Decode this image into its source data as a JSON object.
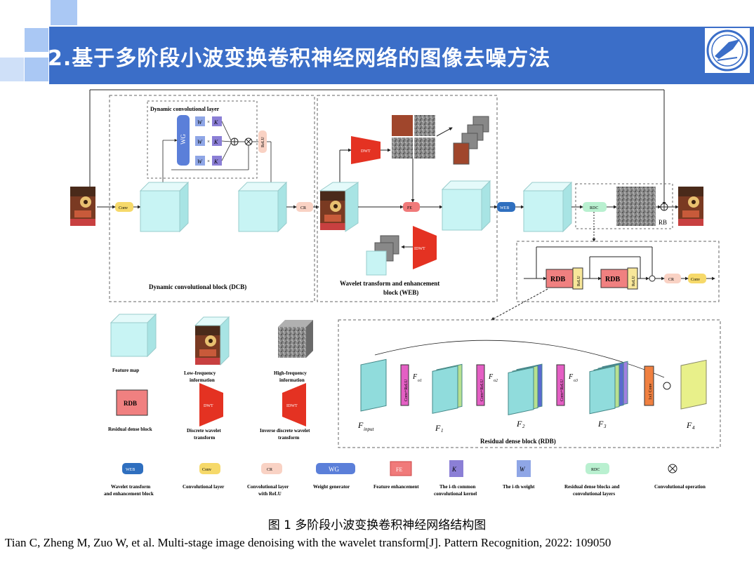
{
  "slide": {
    "title": "2.基于多阶段小波变换卷积神经网络的图像去噪方法",
    "caption": "图 1 多阶段小波变换卷积神经网络结构图",
    "citation": "Tian C, Zheng M, Zuo W, et al. Multi-stage image denoising with the wavelet transform[J]. Pattern Recognition, 2022: 109050"
  },
  "diagram": {
    "dcl_title": "Dynamic convolutional layer",
    "wg": "WG",
    "w1": "W",
    "w1_sub": "1",
    "k1": "K",
    "k1_sub": "1",
    "wi": "W",
    "wi_sub": "i",
    "ki": "K",
    "ki_sub": "i",
    "wn": "W",
    "wn_sub": "n",
    "kn": "K",
    "kn_sub": "n",
    "times": "×",
    "relu": "ReLU",
    "conv": "Conv",
    "cr": "CR",
    "dwt": "DWT",
    "idwt": "IDWT",
    "fe": "FE",
    "web": "WEB",
    "rdc": "RDC",
    "rb": "RB",
    "rdb": "RDB",
    "dcb_label": "Dynamic convolutional block (DCB)",
    "web_label_1": "Wavelet transform and enhancement",
    "web_label_2": "block (WEB)",
    "rdb_label": "Residual dense block (RDB)",
    "conv_relu": "Conv+ReLU",
    "conv_1x1": "1x1 Conv",
    "fo": "F",
    "fo1_sub": "o1",
    "fo2_sub": "o2",
    "fo3_sub": "o3",
    "f_input": "F",
    "f_input_sub": "input",
    "f1": "F",
    "f1_sub": "1",
    "f2": "F",
    "f2_sub": "2",
    "f3": "F",
    "f3_sub": "3",
    "f4": "F",
    "f4_sub": "4",
    "leg_feature_map": "Feature map",
    "leg_low_1": "Low-frequency",
    "leg_low_2": "information",
    "leg_high_1": "High-frequency",
    "leg_high_2": "information",
    "leg_rdb": "Residual dense block",
    "leg_dwt_1": "Discrete wavelet",
    "leg_dwt_2": "transform",
    "leg_idwt_1": "Inverse discrete wavelet",
    "leg_idwt_2": "transform",
    "leg_web_1": "Wavelet transform",
    "leg_web_2": "and enhancement block",
    "leg_conv": "Convolutional layer",
    "leg_cr_1": "Convolutional layer",
    "leg_cr_2": "with ReLU",
    "leg_wg": "Weight generator",
    "leg_fe": "Feature enhancement",
    "leg_k_1": "The i-th common",
    "leg_k_2": "convolutional kernel",
    "leg_w": "The i-th weight",
    "leg_rdc_1": "Residual dense blocks and",
    "leg_rdc_2": "convolutional layers",
    "leg_op": "Convolutional operation",
    "otimes": "⊗",
    "oplus": "⊕"
  },
  "colors": {
    "title_bar": "#3b6ec8",
    "feature_map": "#c8f4f4",
    "conv": "#f6d96a",
    "cr": "#f9d2c4",
    "dwt": "#e43222",
    "fe": "#f07a7a",
    "web": "#2f6fbf",
    "wg": "#5b7fd9",
    "k": "#8b7fd6",
    "w": "#8fa6e6",
    "rdc": "#b9f0d0",
    "rdb": "#f08080",
    "relu": "#f8e79a",
    "conv_relu": "#e45fc4",
    "conv_1x1": "#f08040"
  },
  "icons": [
    "university-logo",
    "face-image",
    "noise-image",
    "otimes-icon",
    "oplus-icon"
  ]
}
